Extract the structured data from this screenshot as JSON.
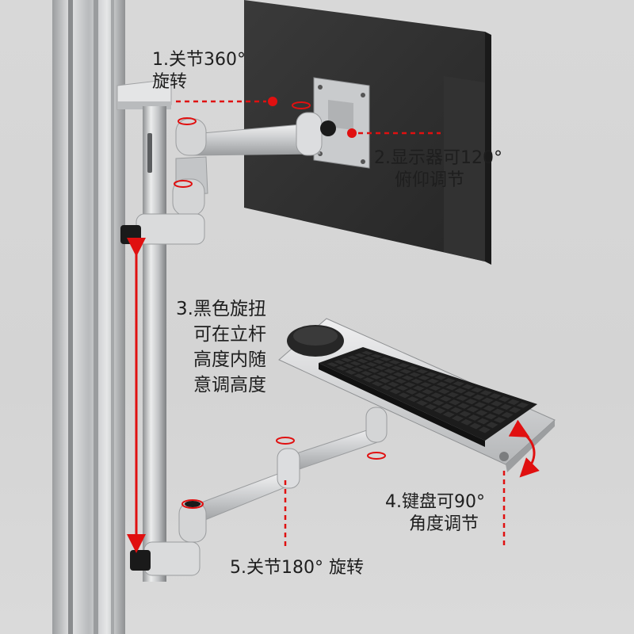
{
  "callouts": [
    {
      "id": "joint-360",
      "lines": [
        "1.关节360°",
        "旋转"
      ]
    },
    {
      "id": "monitor-tilt",
      "lines": [
        "2.显示器可120°",
        "俯仰调节"
      ]
    },
    {
      "id": "height-knob",
      "lines": [
        "3.黑色旋扭",
        "可在立杆",
        "高度内随",
        "意调高度"
      ]
    },
    {
      "id": "keyboard-angle",
      "lines": [
        "4.键盘可90°",
        "角度调节"
      ]
    },
    {
      "id": "joint-180",
      "lines": [
        "5.关节180° 旋转"
      ]
    }
  ],
  "colors": {
    "background": "#d7d7d7",
    "aluminum": "#c9cbcd",
    "monitor": "#2b2b2b",
    "marker_red": "#e01010",
    "knob": "#1a1a1a",
    "text": "#1e1e1e"
  }
}
